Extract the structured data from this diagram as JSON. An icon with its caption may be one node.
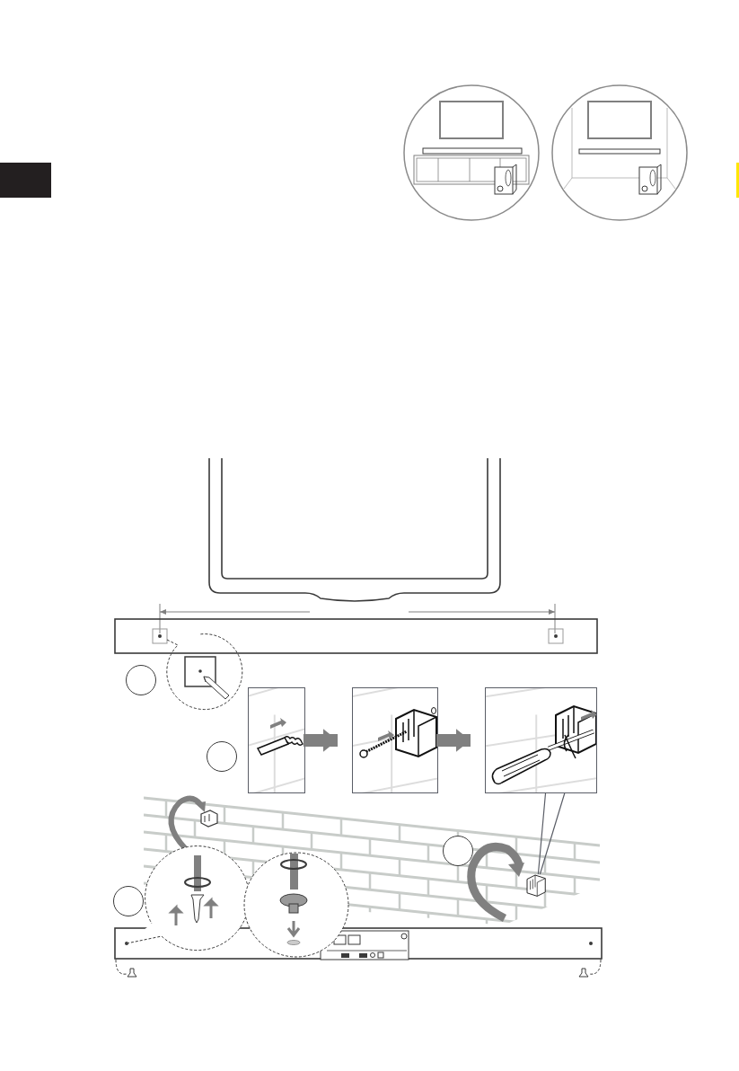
{
  "diagram": {
    "nodes": [
      {
        "text": [],
        "shape": "circle"
      },
      {
        "text": [],
        "shape": "circle"
      },
      {
        "text": [],
        "shape": "box"
      },
      {
        "text": [],
        "shape": "box"
      },
      {
        "text": [],
        "shape": "box"
      },
      {
        "text": [],
        "shape": "circle"
      },
      {
        "text": [],
        "shape": "picture"
      },
      {
        "text": [],
        "shape": "circle"
      }
    ],
    "edges": [
      {
        "from": 2,
        "to": 3,
        "arrow": "to"
      },
      {
        "from": 3,
        "to": 4,
        "arrow": "to"
      },
      {
        "from": 4,
        "to": 6,
        "arrow": "none",
        "color": "#5a5d66"
      }
    ]
  }
}
